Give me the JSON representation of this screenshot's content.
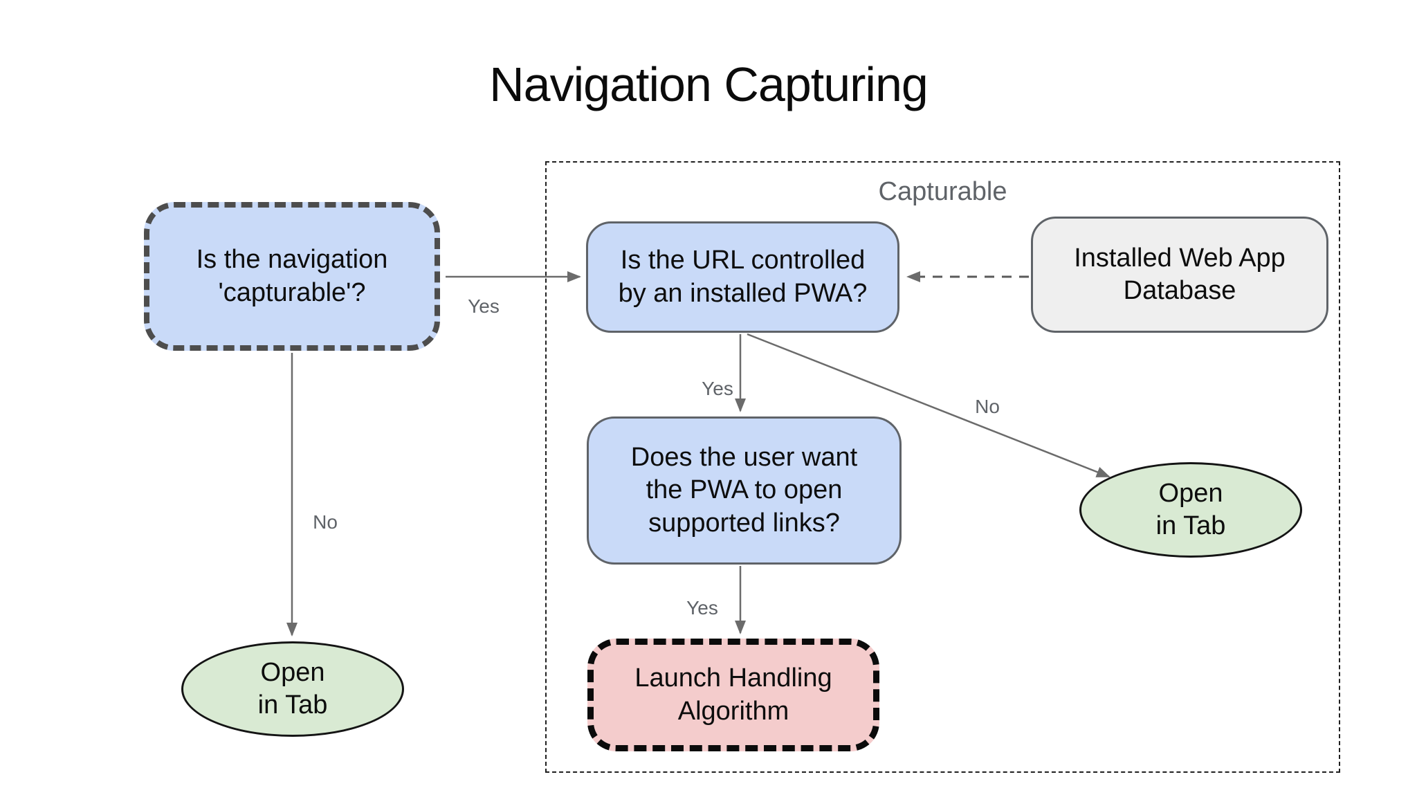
{
  "title": "Navigation Capturing",
  "group": {
    "label": "Capturable"
  },
  "nodes": {
    "capturable_question": {
      "text": "Is the navigation\n'capturable'?"
    },
    "url_controlled": {
      "text": "Is the URL controlled\nby an installed PWA?"
    },
    "installed_db": {
      "text": "Installed Web App\nDatabase"
    },
    "user_want": {
      "text": "Does the user want\nthe PWA to open\nsupported links?"
    },
    "launch_handling": {
      "text": "Launch Handling\nAlgorithm"
    },
    "open_in_tab_left": {
      "text": "Open\nin Tab"
    },
    "open_in_tab_right": {
      "text": "Open\nin Tab"
    }
  },
  "edge_labels": {
    "capturable_yes": "Yes",
    "capturable_no": "No",
    "url_yes": "Yes",
    "url_no": "No",
    "want_yes": "Yes"
  },
  "colors": {
    "node_blue": "#c9daf8",
    "node_green": "#d9ead3",
    "node_pink": "#f4cccc",
    "node_gray": "#efefef",
    "edge_gray": "#6b6b6b",
    "label_gray": "#5f6368",
    "dashed_border_dark": "#4d4d4d",
    "dashed_border_black": "#0b0b0b",
    "background": "#ffffff"
  }
}
